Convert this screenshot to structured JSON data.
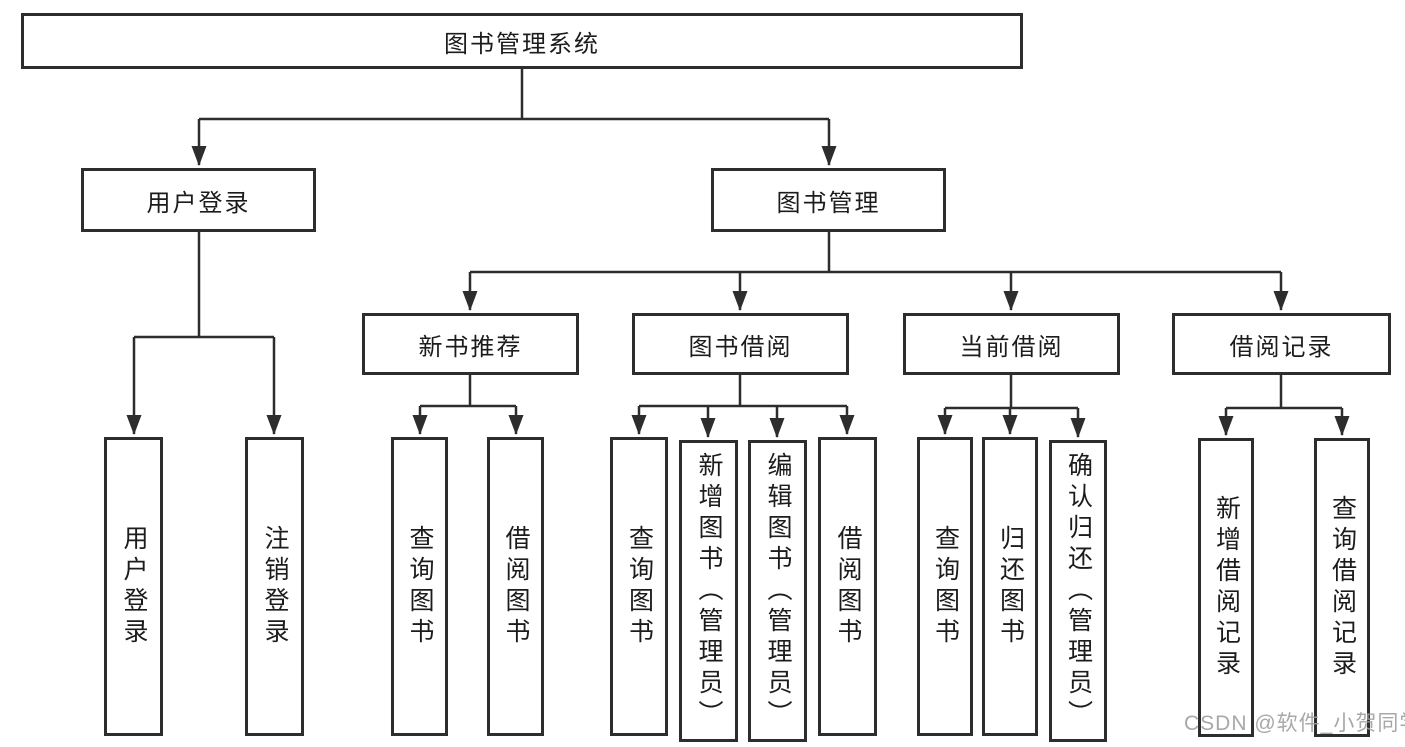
{
  "root": {
    "label": "图书管理系统"
  },
  "user_login": {
    "label": "用户登录",
    "children": [
      {
        "label": "用户登录"
      },
      {
        "label": "注销登录"
      }
    ]
  },
  "book_mgmt": {
    "label": "图书管理",
    "groups": [
      {
        "label": "新书推荐",
        "children": [
          {
            "label": "查询图书"
          },
          {
            "label": "借阅图书"
          }
        ]
      },
      {
        "label": "图书借阅",
        "children": [
          {
            "label": "查询图书"
          },
          {
            "label": "新增图书（管理员）"
          },
          {
            "label": "编辑图书（管理员）"
          },
          {
            "label": "借阅图书"
          }
        ]
      },
      {
        "label": "当前借阅",
        "children": [
          {
            "label": "查询图书"
          },
          {
            "label": "归还图书"
          },
          {
            "label": "确认归还（管理员）"
          }
        ]
      },
      {
        "label": "借阅记录",
        "children": [
          {
            "label": "新增借阅记录"
          },
          {
            "label": "查询借阅记录"
          }
        ]
      }
    ]
  },
  "watermark": "CSDN @软件_小贺同学"
}
